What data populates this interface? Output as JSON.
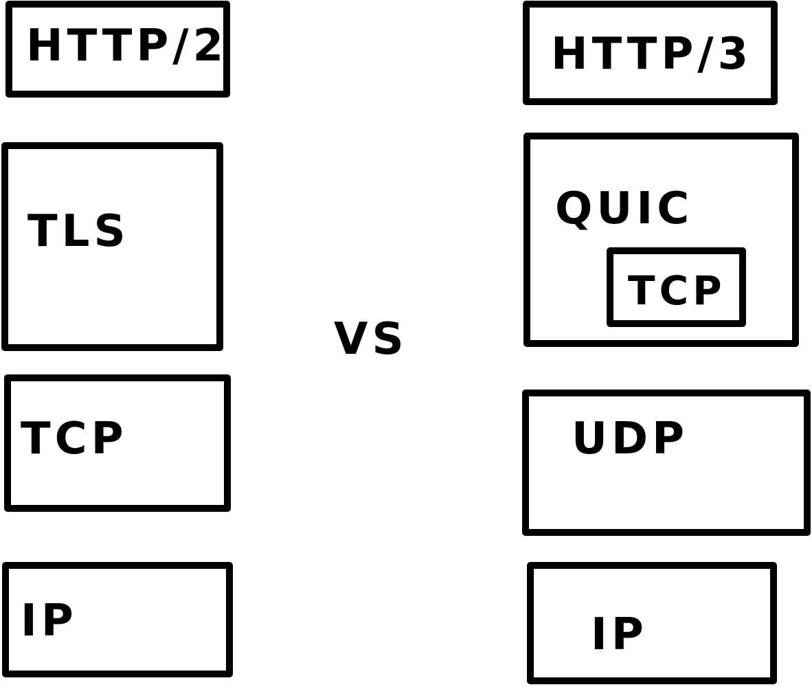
{
  "diagram": {
    "separator": "VS",
    "left_stack": {
      "layers": [
        {
          "label": "HTTP/2"
        },
        {
          "label": "TLS"
        },
        {
          "label": "TCP"
        },
        {
          "label": "IP"
        }
      ]
    },
    "right_stack": {
      "layers": [
        {
          "label": "HTTP/3"
        },
        {
          "label": "QUIC",
          "nested": {
            "label": "TCP"
          }
        },
        {
          "label": "UDP"
        },
        {
          "label": "IP"
        }
      ]
    },
    "colors": {
      "stroke": "#000000",
      "background": "#ffffff"
    }
  }
}
